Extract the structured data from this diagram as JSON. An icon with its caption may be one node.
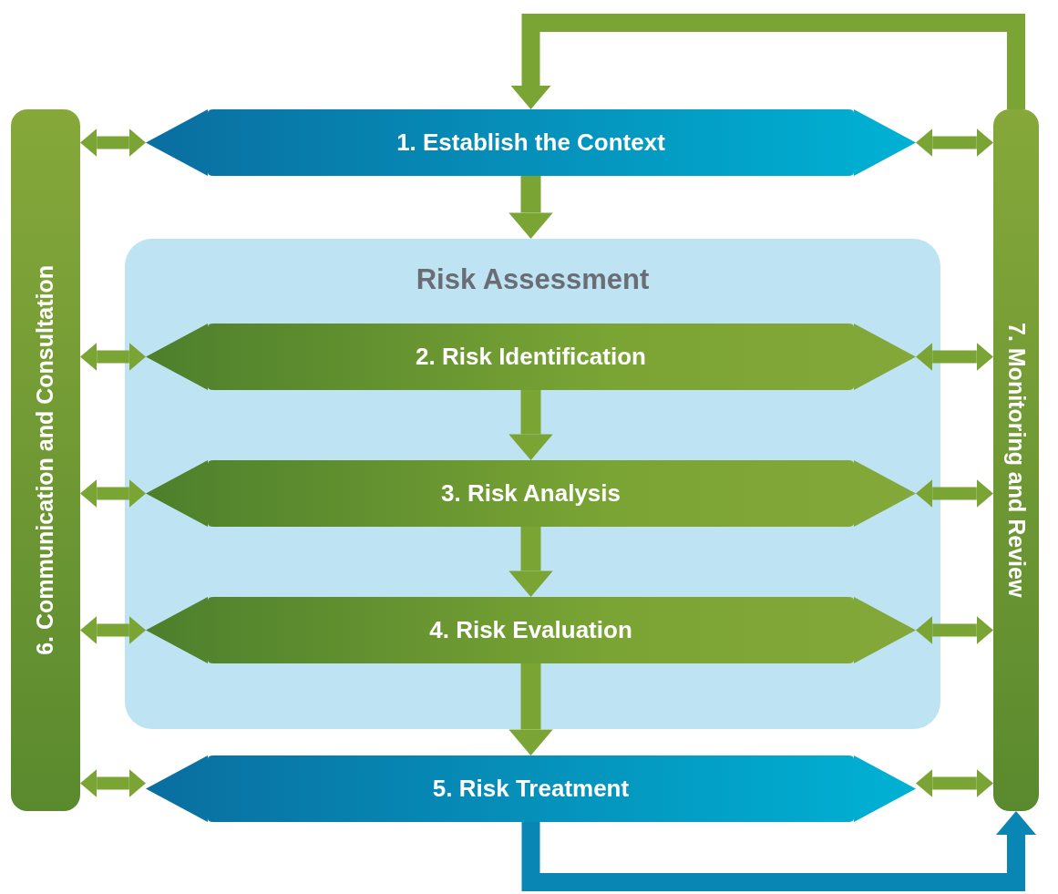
{
  "diagram": {
    "nodes": [
      {
        "text": [
          "1. Establish the Context"
        ]
      },
      {
        "text": [
          "Risk Assessment"
        ]
      },
      {
        "text": [
          "2. Risk Identification"
        ],
        "in": 1
      },
      {
        "text": [
          "3. Risk Analysis"
        ],
        "in": 1
      },
      {
        "text": [
          "4. Risk Evaluation"
        ],
        "in": 1
      },
      {
        "text": [
          "5. Risk Treatment"
        ]
      },
      {
        "text": [
          "6. Communication and Consultation"
        ]
      },
      {
        "text": [
          "7. Monitoring and Review"
        ]
      }
    ],
    "edges": [
      {
        "from": 0,
        "to": 1,
        "arrow": "to"
      },
      {
        "from": 2,
        "to": 3,
        "arrow": "to"
      },
      {
        "from": 3,
        "to": 4,
        "arrow": "to"
      },
      {
        "from": 4,
        "to": 5,
        "arrow": "to"
      },
      {
        "from": 5,
        "to": 7,
        "arrow": "to",
        "color": "#0a86b4"
      },
      {
        "from": 7,
        "to": 0,
        "arrow": "to"
      },
      {
        "from": 6,
        "to": 0,
        "arrow": "both"
      },
      {
        "from": 6,
        "to": 2,
        "arrow": "both"
      },
      {
        "from": 6,
        "to": 3,
        "arrow": "both"
      },
      {
        "from": 6,
        "to": 4,
        "arrow": "both"
      },
      {
        "from": 6,
        "to": 5,
        "arrow": "both"
      },
      {
        "from": 7,
        "to": 0,
        "arrow": "both"
      },
      {
        "from": 7,
        "to": 2,
        "arrow": "both"
      },
      {
        "from": 7,
        "to": 3,
        "arrow": "both"
      },
      {
        "from": 7,
        "to": 4,
        "arrow": "both"
      },
      {
        "from": 7,
        "to": 5,
        "arrow": "both"
      }
    ]
  }
}
